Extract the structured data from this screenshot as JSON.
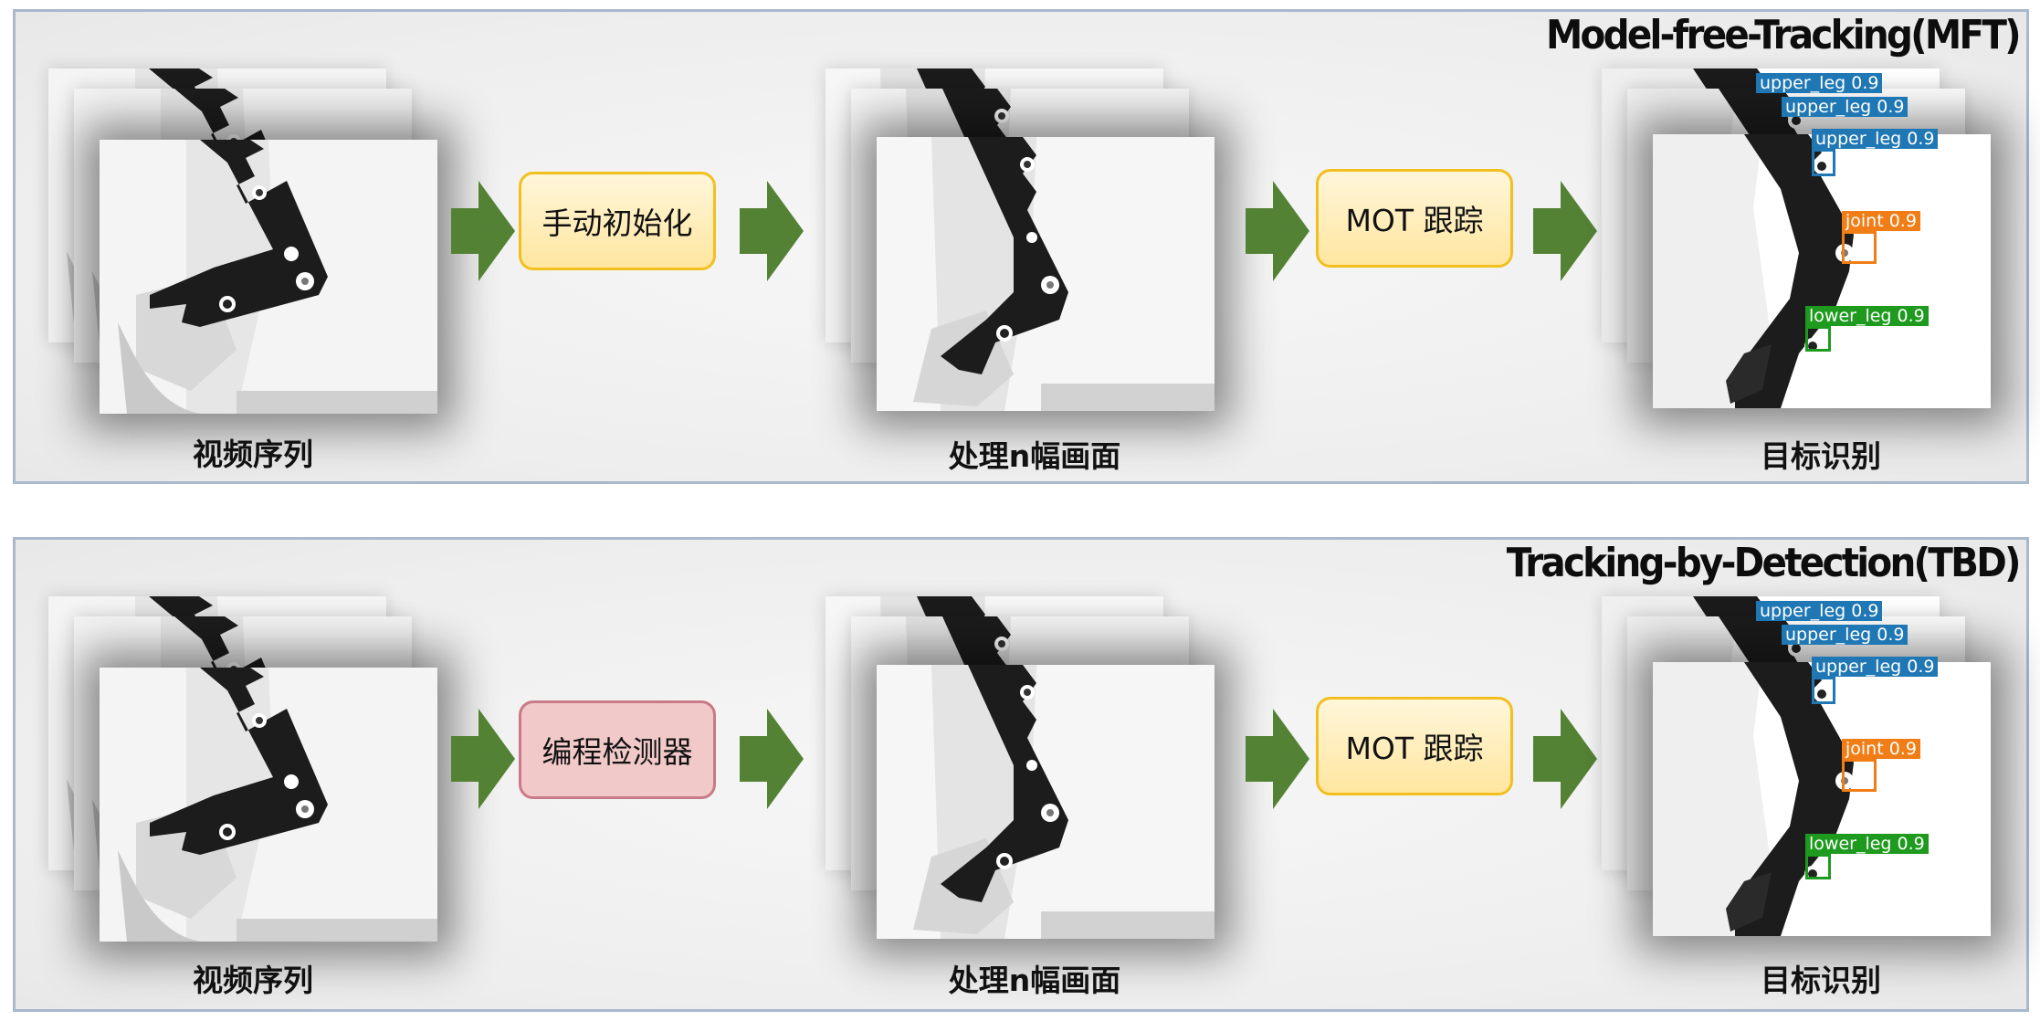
{
  "mft": {
    "title": "Model-free-Tracking(MFT)",
    "step_box": "手动初始化",
    "mot_box": "MOT 跟踪",
    "captions": {
      "input": "视频序列",
      "process": "处理n幅画面",
      "output": "目标识别"
    }
  },
  "tbd": {
    "title": "Tracking-by-Detection(TBD)",
    "step_box": "编程检测器",
    "mot_box": "MOT 跟踪",
    "captions": {
      "input": "视频序列",
      "process": "处理n幅画面",
      "output": "目标识别"
    }
  },
  "detections": {
    "upper_leg": "upper_leg 0.9",
    "joint": "joint 0.9",
    "lower_leg": "lower_leg 0.9"
  },
  "colors": {
    "arrow": "#548235",
    "upper_leg": "#1f77b4",
    "joint": "#f07d16",
    "lower_leg": "#1e9a1e",
    "box_yellow_border": "#f3bf1f",
    "box_pink_border": "#c97a86",
    "panel_border": "#a9b8cc"
  }
}
